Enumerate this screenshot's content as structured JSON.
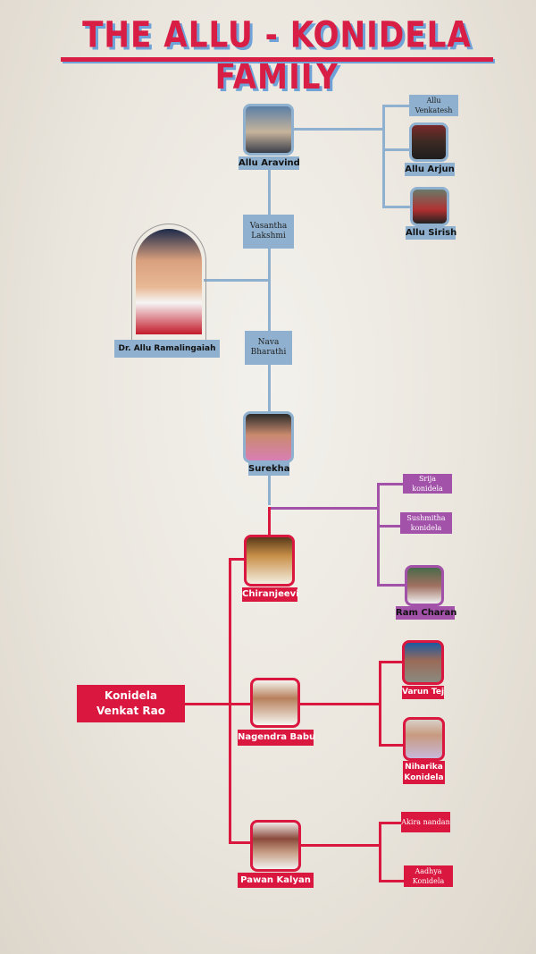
{
  "title": "THE ALLU - KONIDELA FAMILY",
  "colors": {
    "allu_line": "#8fb1cf",
    "konidela_line": "#d9173f",
    "chiranjeevi_children_line": "#a252a8",
    "title": "#d91e45",
    "title_shadow": "#6fa3d8"
  },
  "people": {
    "patriarch_allu": "Dr. Allu Ramalingaiah",
    "allu_aravind": "Allu Aravind",
    "vasantha": "Vasantha Lakshmi",
    "nava": "Nava Bharathi",
    "allu_venkatesh": "Allu Venkatesh",
    "allu_arjun": "Allu Arjun",
    "allu_sirish": "Allu Sirish",
    "surekha": "Surekha",
    "chiranjeevi": "Chiranjeevi",
    "srija": "Srija konidela",
    "sushmitha": "Sushmitha konidela",
    "ram_charan": "Ram Charan",
    "patriarch_konidela": "Konidela Venkat Rao",
    "nagendra": "Nagendra Babu",
    "varun": "Varun Tej",
    "niharika": "Niharika Konidela",
    "pawan": "Pawan Kalyan",
    "akira": "Akira nandan",
    "aadhya": "Aadhya Konidela"
  }
}
